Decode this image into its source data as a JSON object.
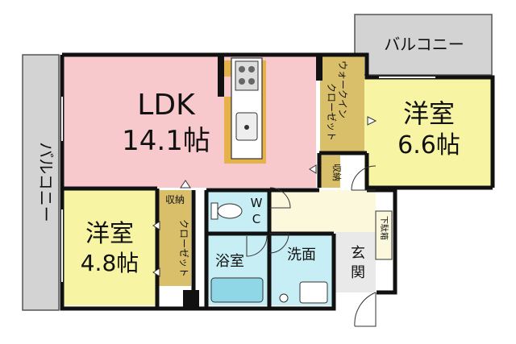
{
  "rooms": {
    "ldk": {
      "name": "LDK",
      "size": "14.1帖"
    },
    "western_east": {
      "name": "洋室",
      "size": "6.6帖"
    },
    "western_west": {
      "name": "洋室",
      "size": "4.8帖"
    },
    "walk_in_closet": {
      "line1": "ウォークイン",
      "line2": "クローゼット"
    },
    "closet_west": "クローゼット",
    "storage_ldk": "収納",
    "storage_hall": "収納",
    "wc": {
      "line1": "W",
      "line2": "C"
    },
    "bathroom": "浴室",
    "washroom": "洗面",
    "entrance": {
      "line1": "玄",
      "line2": "関"
    },
    "shoe_box": "下駄箱"
  },
  "balconies": {
    "top": "バルコニー",
    "left": "バルコニー"
  },
  "colors": {
    "ldk": "#f7c9cc",
    "western": "#f7f5a4",
    "closet": "#d9bf6a",
    "wet": "#c7eef4",
    "balcony": "#d3d3d3",
    "entrance": "#e9e9e9",
    "hall": "#fbf8dc",
    "wall": "#111111"
  }
}
